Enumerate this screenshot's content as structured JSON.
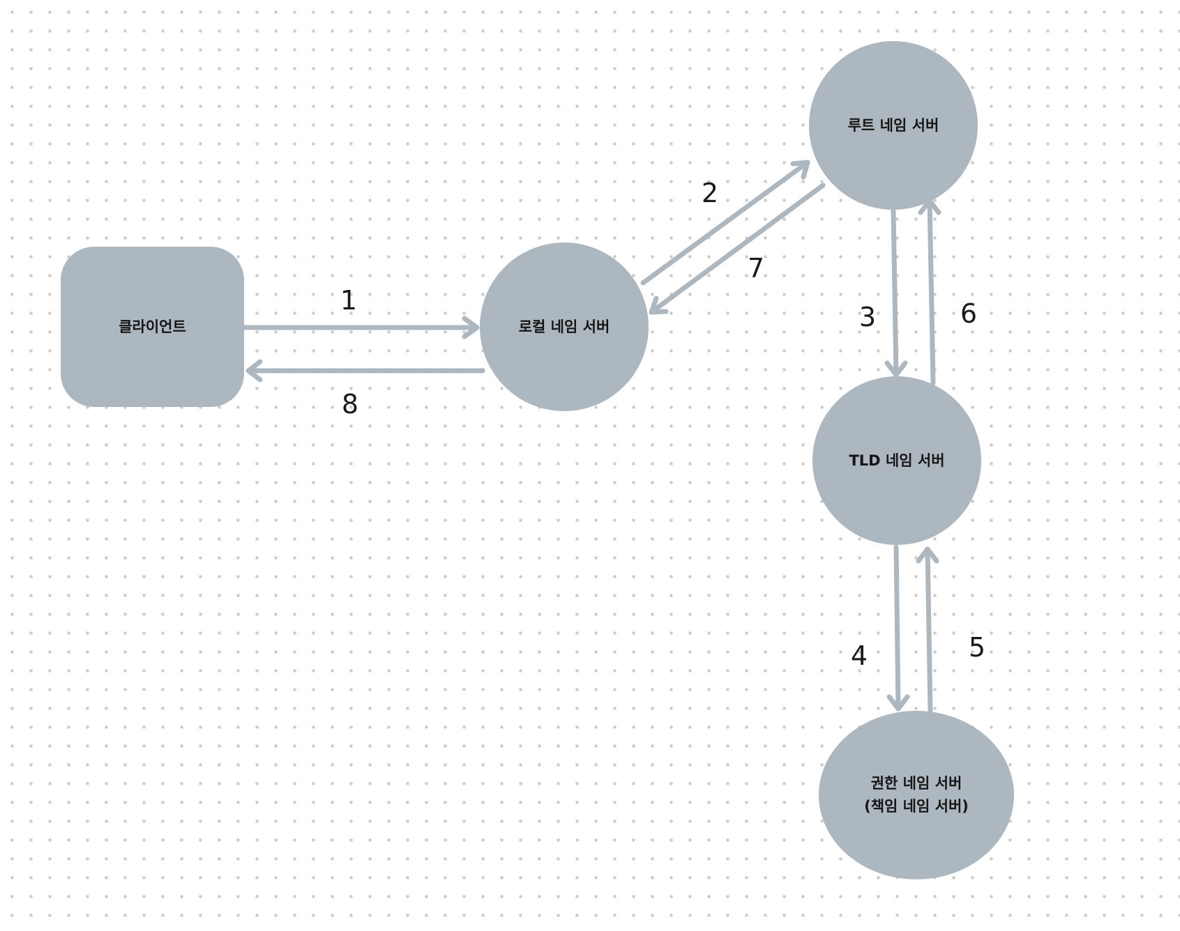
{
  "diagram": {
    "nodes": {
      "client": {
        "label": "클라이언트"
      },
      "local": {
        "label": "로컬 네임 서버"
      },
      "root": {
        "label": "루트 네임 서버"
      },
      "tld": {
        "label": "TLD 네임 서버"
      },
      "auth": {
        "line1": "권한 네임 서버",
        "line2": "(책임 네임 서버)"
      }
    },
    "steps": [
      "1",
      "2",
      "3",
      "4",
      "5",
      "6",
      "7",
      "8"
    ],
    "edges": [
      {
        "step": "1",
        "from": "client",
        "to": "local"
      },
      {
        "step": "2",
        "from": "local",
        "to": "root"
      },
      {
        "step": "3",
        "from": "root",
        "to": "tld"
      },
      {
        "step": "4",
        "from": "tld",
        "to": "auth"
      },
      {
        "step": "5",
        "from": "auth",
        "to": "tld"
      },
      {
        "step": "6",
        "from": "tld",
        "to": "root"
      },
      {
        "step": "7",
        "from": "root",
        "to": "local"
      },
      {
        "step": "8",
        "from": "local",
        "to": "client"
      }
    ],
    "colors": {
      "node_fill": "#adb7bf",
      "arrow": "#adb7bf",
      "dot_grid": "#c9cdd1",
      "text": "#151515"
    }
  }
}
